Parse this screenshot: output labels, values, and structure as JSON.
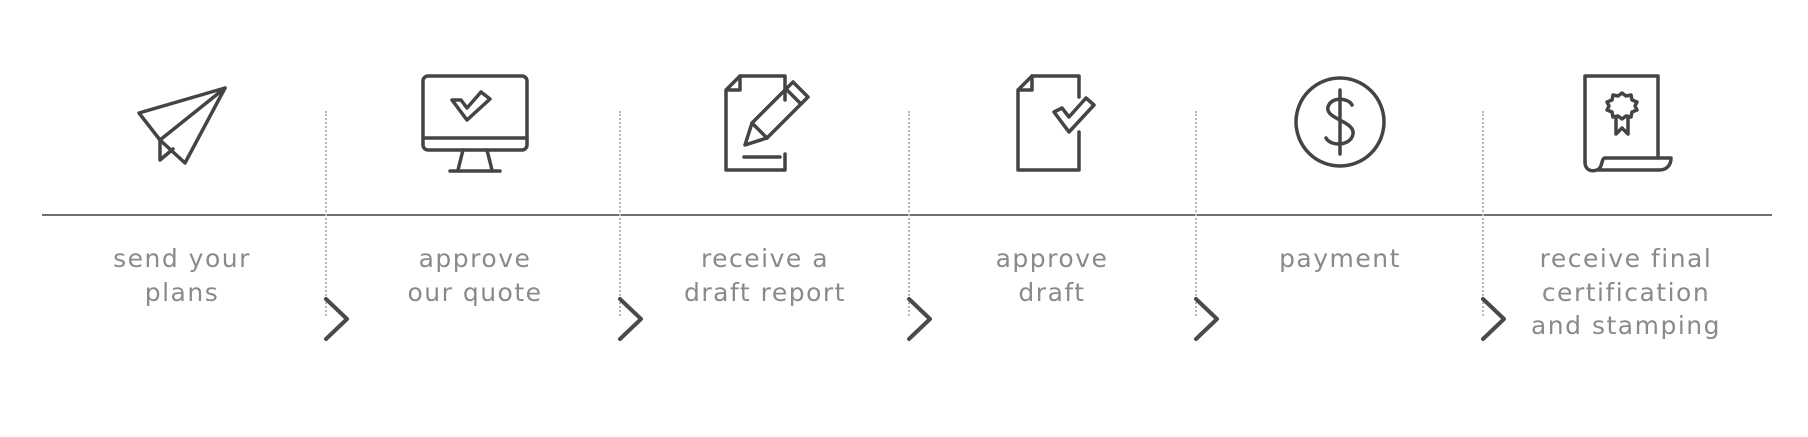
{
  "colors": {
    "icon_stroke": "#444444",
    "label_text": "#8a8a8a",
    "baseline": "#6f6f6f",
    "divider": "#b8b8b8",
    "chevron": "#4a4a4a"
  },
  "steps": [
    {
      "icon": "paper-plane-icon",
      "label": "send your\nplans"
    },
    {
      "icon": "monitor-check-icon",
      "label": "approve\nour quote"
    },
    {
      "icon": "document-pencil-icon",
      "label": "receive a\ndraft report"
    },
    {
      "icon": "document-check-icon",
      "label": "approve\ndraft"
    },
    {
      "icon": "dollar-coin-icon",
      "label": "payment"
    },
    {
      "icon": "certificate-icon",
      "label": "receive final\ncertification\nand stamping"
    }
  ],
  "connectors": [
    {
      "icon": "chevron-right-icon"
    },
    {
      "icon": "chevron-right-icon"
    },
    {
      "icon": "chevron-right-icon"
    },
    {
      "icon": "chevron-right-icon"
    },
    {
      "icon": "chevron-right-icon"
    }
  ]
}
